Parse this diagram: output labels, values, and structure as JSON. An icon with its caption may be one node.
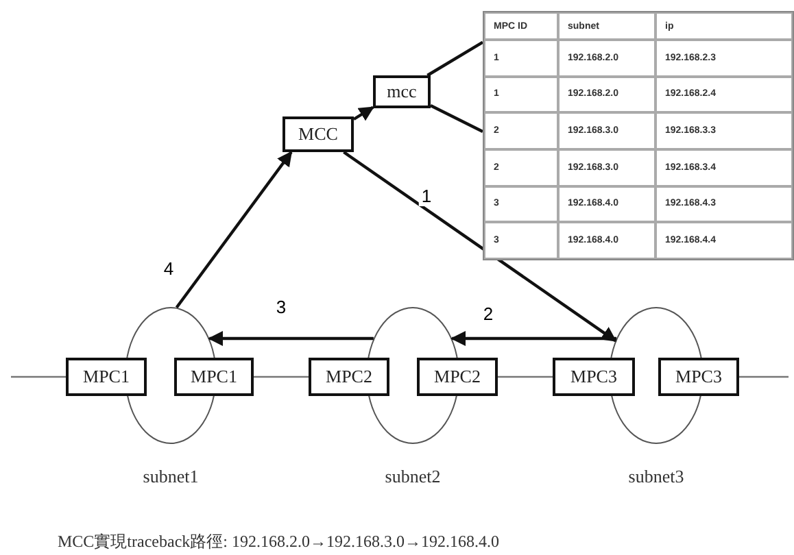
{
  "diagram": {
    "caption": "MCC實現traceback路徑: 192.168.2.0→192.168.3.0→192.168.4.0",
    "nodes": [
      {
        "text": [],
        "shape": "box"
      },
      {
        "text": [
          "mcc"
        ]
      },
      {
        "text": [
          "MCC"
        ]
      },
      {
        "text": [],
        "shape": "ellipse",
        "beside": [
          "subnet1"
        ]
      },
      {
        "text": [],
        "shape": "ellipse",
        "beside": [
          "subnet2"
        ]
      },
      {
        "text": [],
        "shape": "ellipse",
        "beside": [
          "subnet3"
        ]
      },
      {
        "text": [
          "MPC1"
        ]
      },
      {
        "text": [
          "MPC1"
        ]
      },
      {
        "text": [
          "MPC2"
        ]
      },
      {
        "text": [
          "MPC2"
        ]
      },
      {
        "text": [
          "MPC3"
        ]
      },
      {
        "text": [
          "MPC3"
        ]
      }
    ],
    "edges": [
      {
        "from": 2,
        "to": 1,
        "arrow": "to"
      },
      {
        "from": 1,
        "to": 0,
        "arrow": "none"
      },
      {
        "from": 1,
        "to": 0,
        "arrow": "none"
      },
      {
        "from": 2,
        "to": 5,
        "arrow": "to",
        "label": "1"
      },
      {
        "from": 5,
        "to": 4,
        "arrow": "to",
        "label": "2"
      },
      {
        "from": 4,
        "to": 3,
        "arrow": "to",
        "label": "3"
      },
      {
        "from": 3,
        "to": 2,
        "arrow": "to",
        "label": "4"
      },
      {
        "from": null,
        "to": 6,
        "arrow": "none",
        "color": "#777777"
      },
      {
        "from": 7,
        "to": 8,
        "arrow": "none",
        "color": "#777777"
      },
      {
        "from": 9,
        "to": 10,
        "arrow": "none",
        "color": "#777777"
      },
      {
        "from": 11,
        "to": null,
        "arrow": "none",
        "color": "#777777"
      }
    ],
    "labels": [
      "MPC ID",
      "subnet",
      "ip",
      "1",
      "192.168.2.0",
      "192.168.2.3",
      "1",
      "192.168.2.0",
      "192.168.2.4",
      "2",
      "192.168.3.0",
      "192.168.3.3",
      "2",
      "192.168.3.0",
      "192.168.3.4",
      "3",
      "192.168.4.0",
      "192.168.4.3",
      "3",
      "192.168.4.0",
      "192.168.4.4"
    ]
  }
}
